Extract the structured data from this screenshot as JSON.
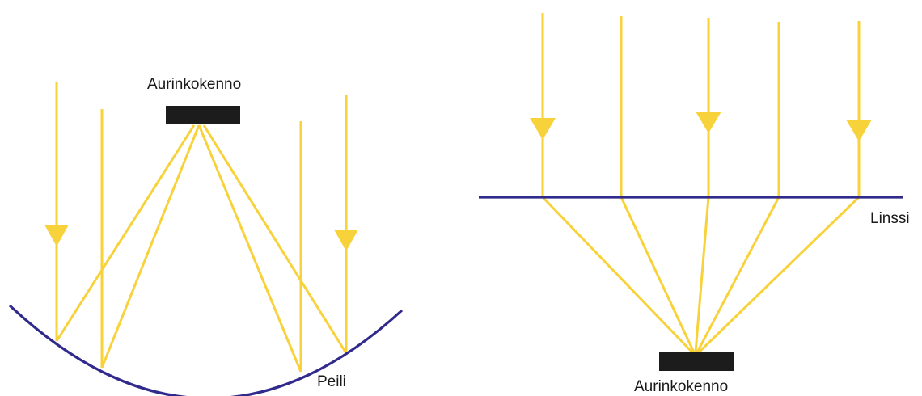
{
  "colors": {
    "ray": "#f7d23a",
    "surface": "#2f2a8c",
    "collector": "#1c1c1c",
    "text": "#1a1a1a"
  },
  "mirror_panel": {
    "collector_label": "Aurinkokenno",
    "surface_label": "Peili"
  },
  "lens_panel": {
    "surface_label": "Linssi",
    "collector_label": "Aurinkokenno"
  }
}
